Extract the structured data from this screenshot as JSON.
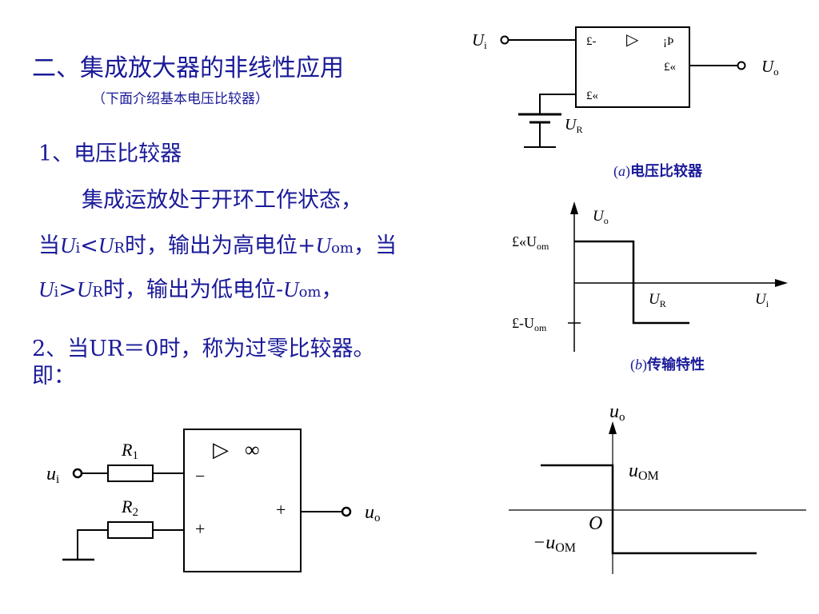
{
  "slide": {
    "title": "二、集成放大器的非线性应用",
    "subtitle": "（下面介绍基本电压比较器）",
    "section1_heading": "1、电压比较器",
    "para_line1": "集成运放处于开环工作状态，",
    "para_line2": {
      "prefix": "当",
      "ui": "U",
      "ui_sub": "i",
      "lt": "<",
      "ur": "U",
      "ur_sub": "R",
      "mid": "时，输出为高电位+",
      "uom": "U",
      "uom_sub": "om",
      "suffix": "，当"
    },
    "para_line3": {
      "ui": "U",
      "ui_sub": "i",
      "gt": ">",
      "ur": "U",
      "ur_sub": "R",
      "mid": "时，输出为低电位-",
      "uom": "U",
      "uom_sub": "om",
      "suffix": "，"
    },
    "section2_text": " 2、当UR＝0时，称为过零比较器。即："
  },
  "figure_a": {
    "input_label": "U",
    "input_sub": "i",
    "output_label": "U",
    "output_sub": "o",
    "ref_label": "U",
    "ref_sub": "R",
    "pin_minus": "£-",
    "pin_plus": "£«",
    "out_pin": "£«",
    "triangle": "▷",
    "gain": "¡Þ",
    "caption_letter": "a",
    "caption_text": "电压比较器"
  },
  "figure_b": {
    "y_label": "U",
    "y_sub": "o",
    "x_label": "U",
    "x_sub": "i",
    "ur_label": "U",
    "ur_sub": "R",
    "high_label": "£«U",
    "high_sub": "om",
    "low_label": "£-U",
    "low_sub": "om",
    "caption_letter": "b",
    "caption_text": "传输特性"
  },
  "figure_c": {
    "input_label": "u",
    "input_sub": "i",
    "output_label": "u",
    "output_sub": "o",
    "r1": "R",
    "r1_sub": "1",
    "r2": "R",
    "r2_sub": "2",
    "minus": "−",
    "plus_in": "+",
    "plus_out": "+",
    "triangle": "▷",
    "infinity": "∞"
  },
  "figure_d": {
    "y_label": "u",
    "y_sub": "o",
    "high_label": "u",
    "high_sub": "OM",
    "low_label": "−u",
    "low_sub": "OM",
    "origin": "O"
  },
  "colors": {
    "text": "#1a1a99",
    "figure": "#000000"
  }
}
